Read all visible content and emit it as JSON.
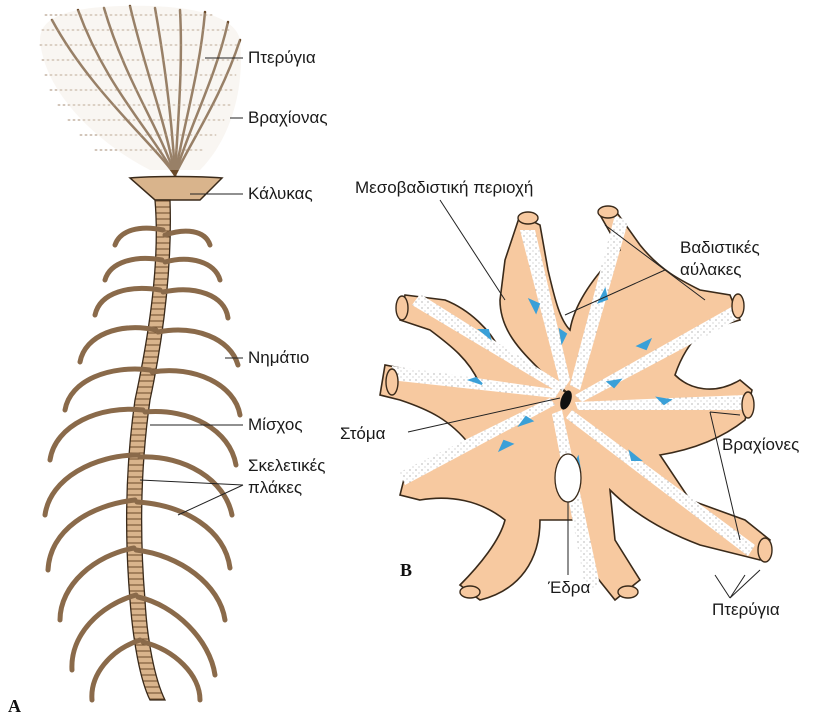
{
  "panel_a": {
    "letter": "A",
    "labels": {
      "pinnules": "Πτερύγια",
      "arm": "Βραχίονας",
      "calyx": "Κάλυκας",
      "cirrus": "Νημάτιο",
      "stalk": "Μίσχος",
      "skeletal_plates_line1": "Σκελετικές",
      "skeletal_plates_line2": "πλάκες"
    }
  },
  "panel_b": {
    "letter": "B",
    "labels": {
      "interambulacral_area": "Μεσοβαδιστική περιοχή",
      "ambulacral_grooves_line1": "Βαδιστικές",
      "ambulacral_grooves_line2": "αύλακες",
      "mouth": "Στόμα",
      "arms": "Βραχίονες",
      "anus": "Έδρα",
      "pinnules": "Πτερύγια"
    }
  },
  "colors": {
    "body_fill": "#f7c9a0",
    "body_stroke": "#3a2a1a",
    "stalk_fill": "#d9b48c",
    "groove_arrows": "#3aa0d8",
    "leader_line": "#222222"
  }
}
